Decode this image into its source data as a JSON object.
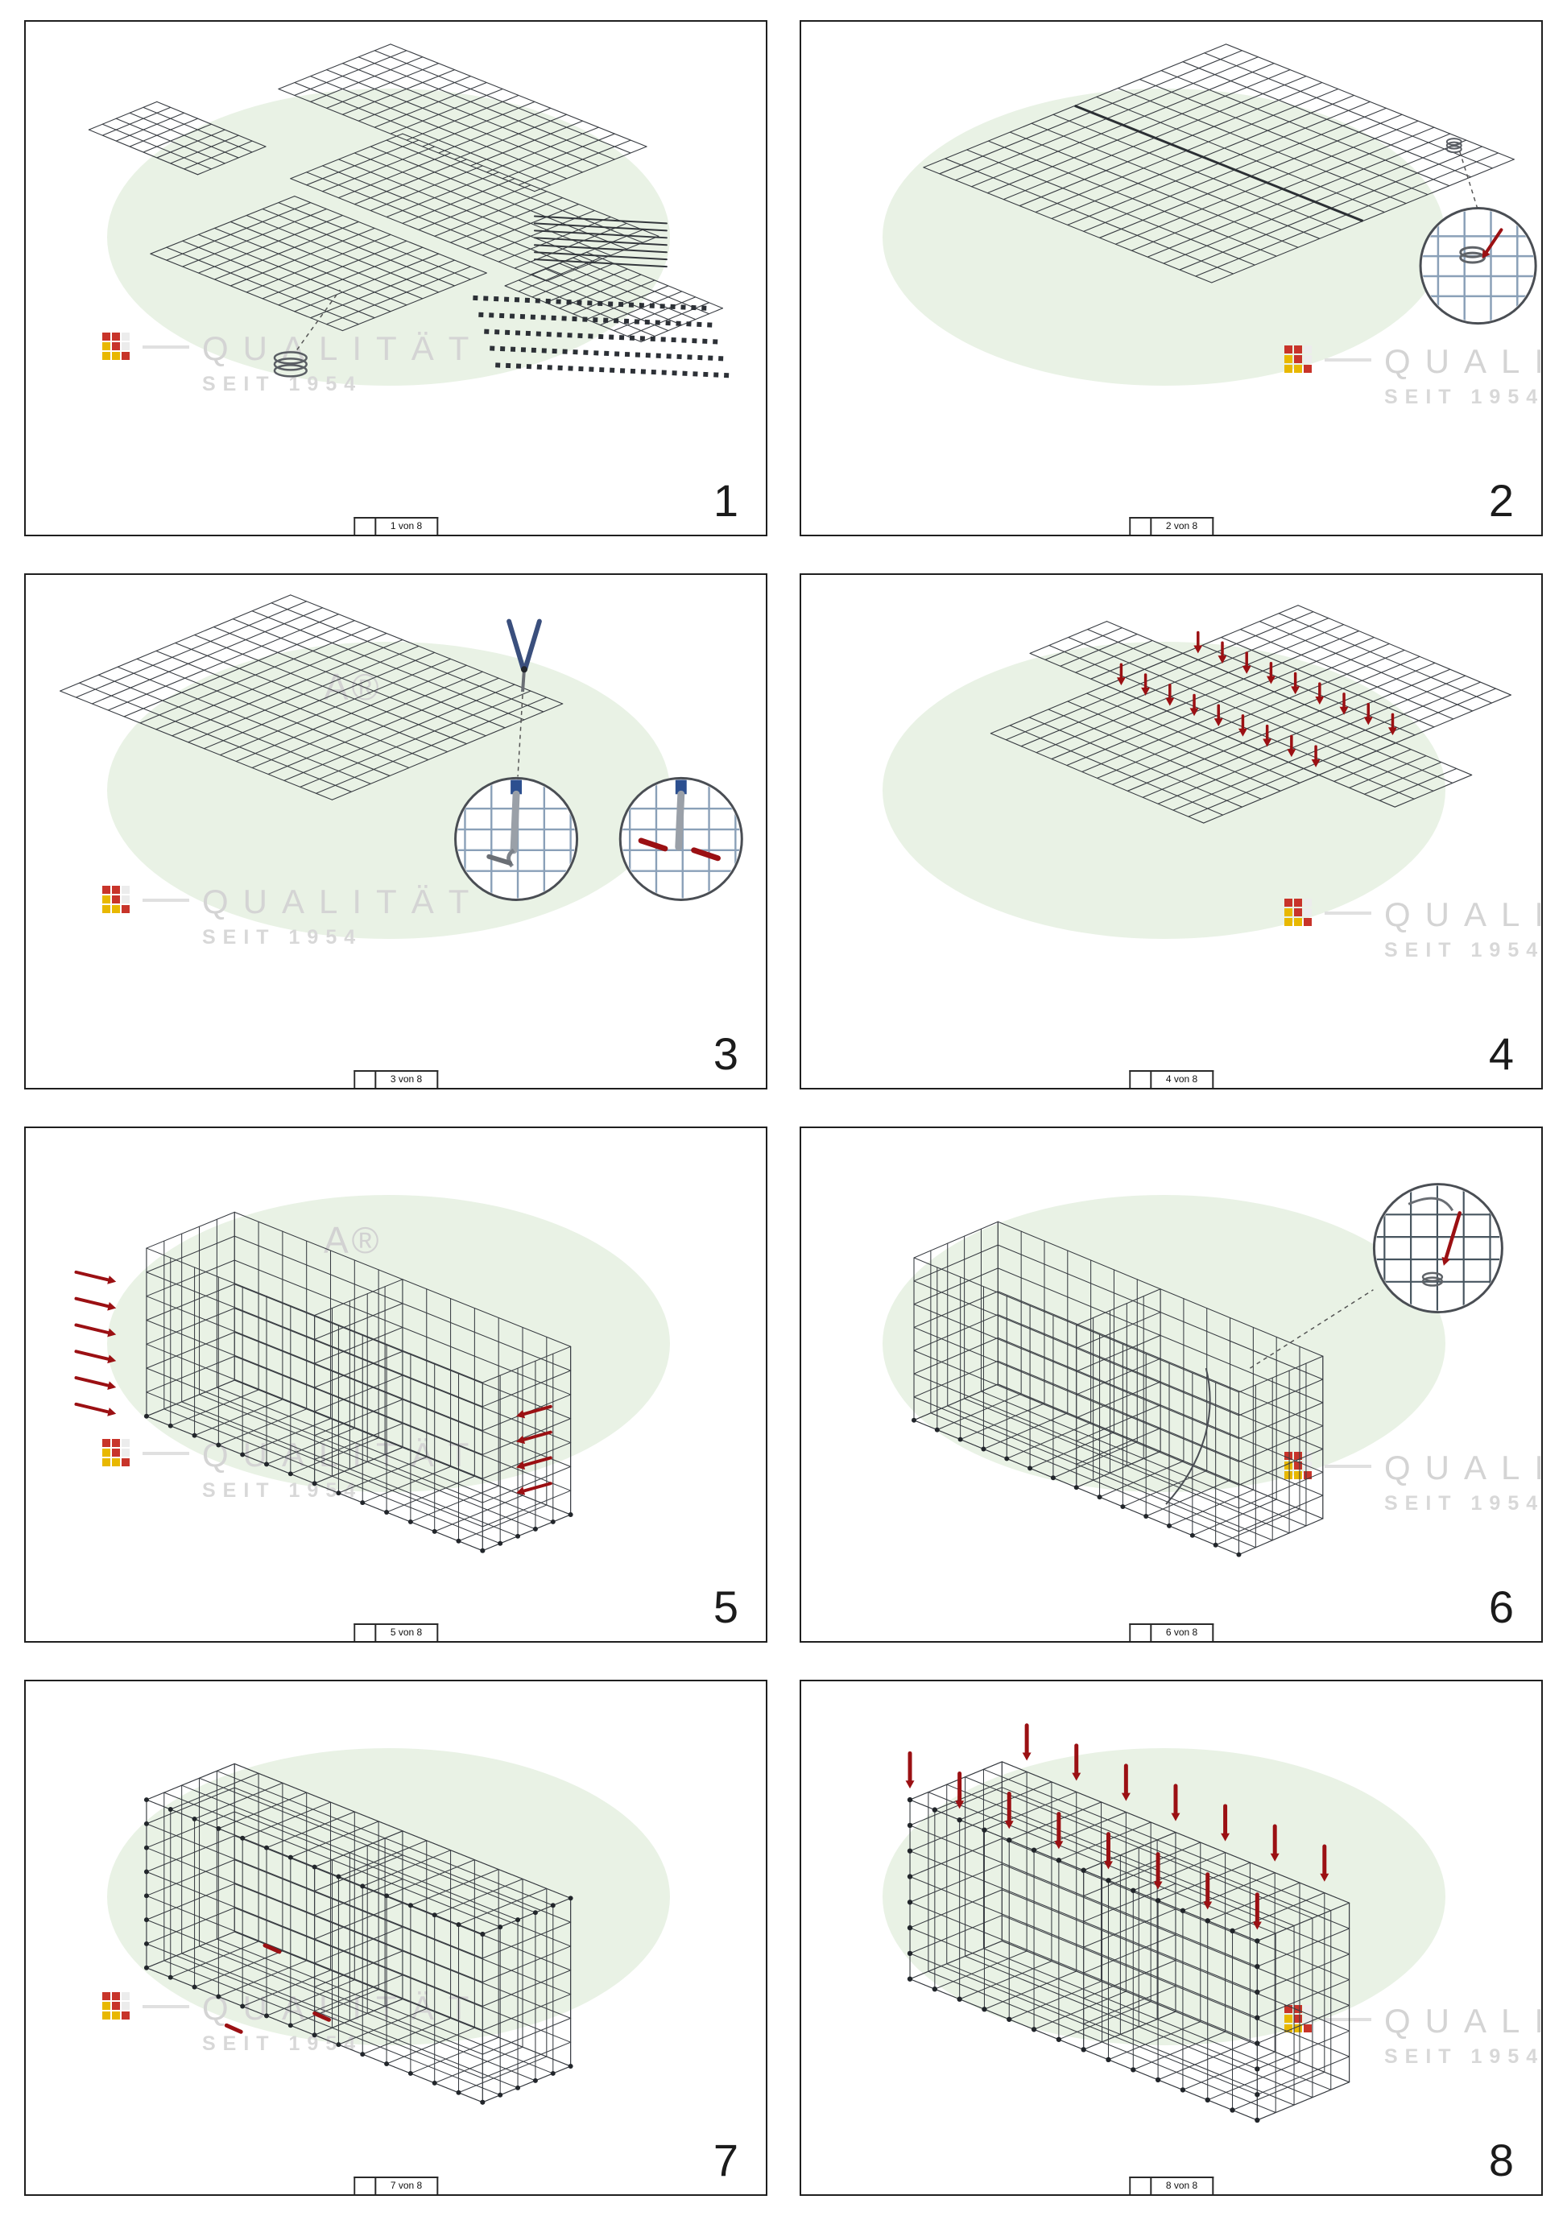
{
  "watermark": {
    "line1": "QUALITÄT",
    "line2": "SEIT 1954",
    "brand_suffix": "A®"
  },
  "panels": [
    {
      "number": "1",
      "page_label": "1 von 8",
      "scene": "parts-overview"
    },
    {
      "number": "2",
      "page_label": "2 von 8",
      "scene": "mesh-spiral-zoom"
    },
    {
      "number": "3",
      "page_label": "3 von 8",
      "scene": "mesh-pliers-zoom"
    },
    {
      "number": "4",
      "page_label": "4 von 8",
      "scene": "unfolded-cross-arrows"
    },
    {
      "number": "5",
      "page_label": "5 von 8",
      "scene": "assembled-walls-spirals"
    },
    {
      "number": "6",
      "page_label": "6 von 8",
      "scene": "walls-lacing-zoom"
    },
    {
      "number": "7",
      "page_label": "7 von 8",
      "scene": "closed-lid"
    },
    {
      "number": "8",
      "page_label": "8 von 8",
      "scene": "final-press-arrows"
    }
  ],
  "colors": {
    "mesh": "#383c42",
    "accent_red": "#9b1013",
    "lens_grid": "#8aa0b8",
    "tool_blue": "#3a4f7d",
    "tool_gray": "#9aa0a8",
    "watermark_green": "#e9f2e5",
    "watermark_text": "#d4d4d4",
    "logo_red": "#c8342a",
    "logo_yellow": "#e8b800"
  }
}
